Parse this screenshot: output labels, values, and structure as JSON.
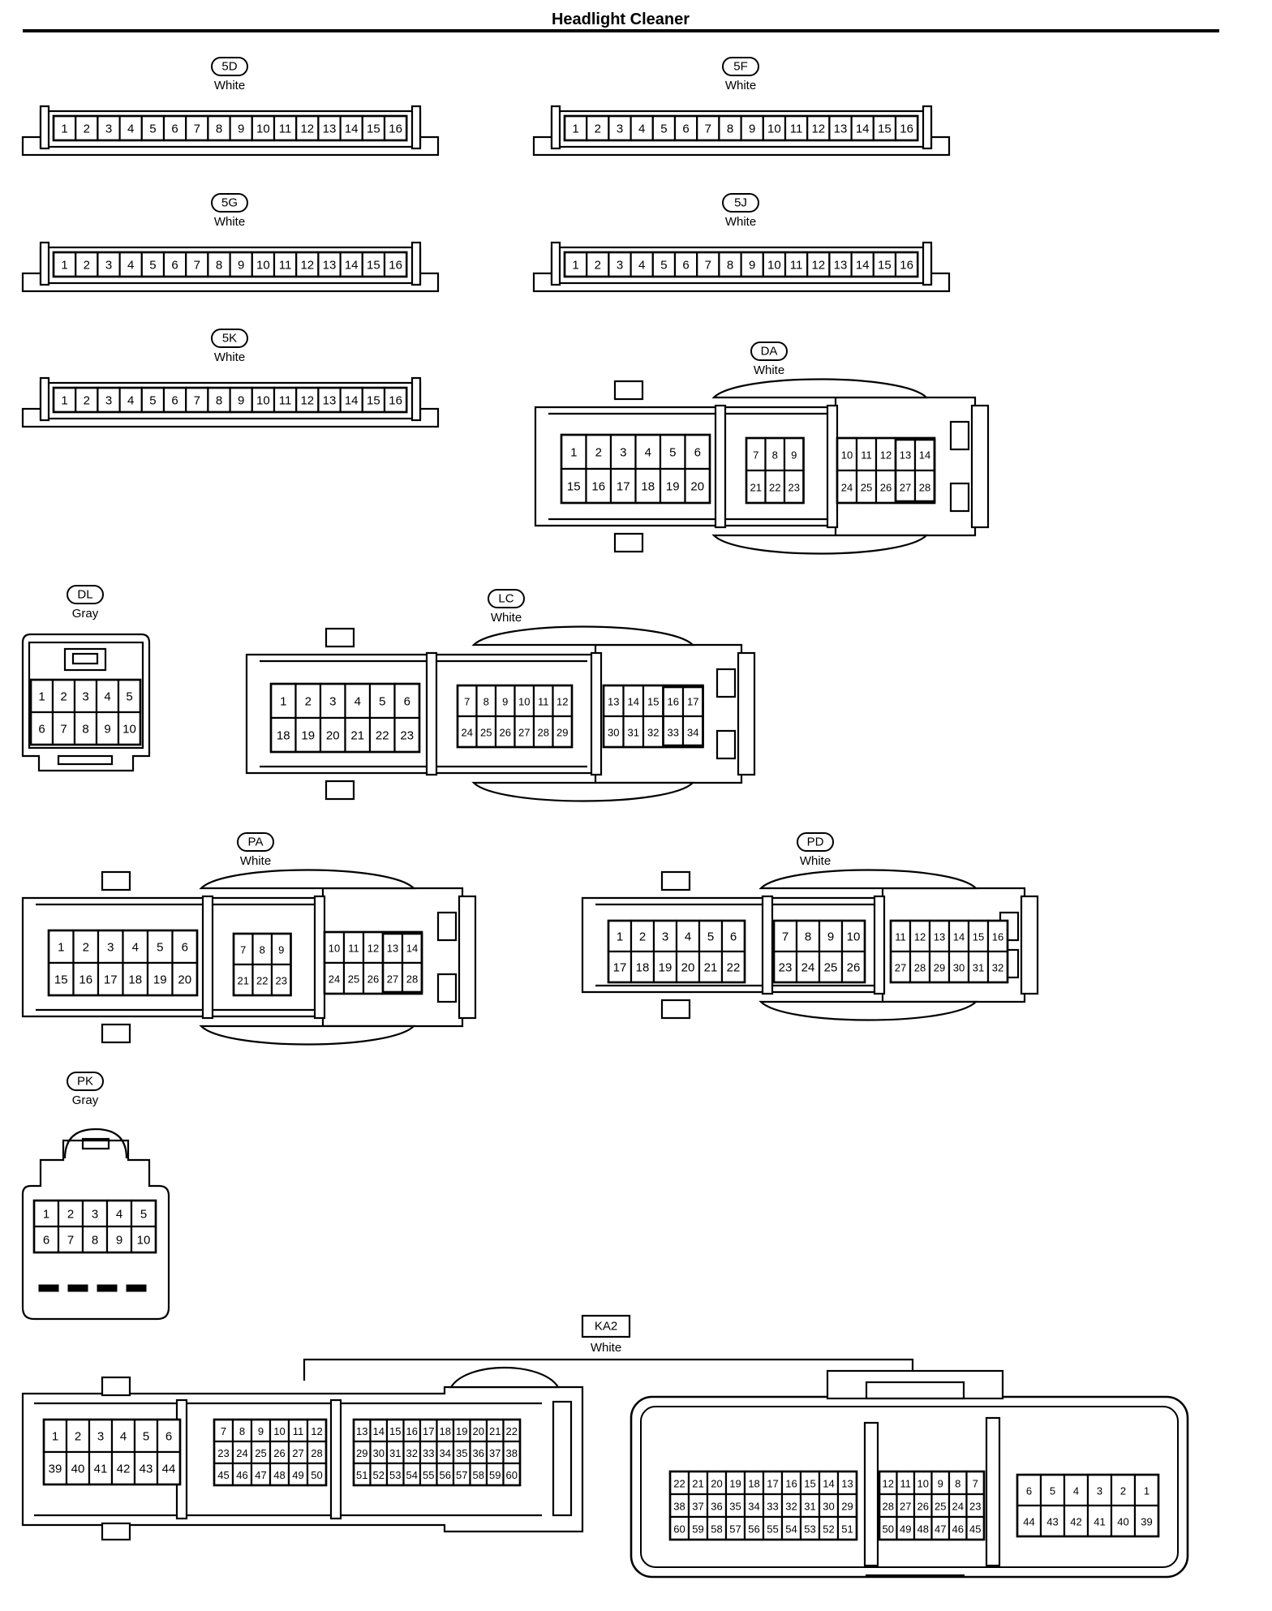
{
  "title": "Headlight Cleaner",
  "colors": {
    "line": "#000000",
    "background": "#ffffff"
  },
  "connectors": [
    {
      "id": "5D",
      "color": "White",
      "kind": "strip16",
      "pins": [
        "1",
        "2",
        "3",
        "4",
        "5",
        "6",
        "7",
        "8",
        "9",
        "10",
        "11",
        "12",
        "13",
        "14",
        "15",
        "16"
      ]
    },
    {
      "id": "5F",
      "color": "White",
      "kind": "strip16",
      "pins": [
        "1",
        "2",
        "3",
        "4",
        "5",
        "6",
        "7",
        "8",
        "9",
        "10",
        "11",
        "12",
        "13",
        "14",
        "15",
        "16"
      ]
    },
    {
      "id": "5G",
      "color": "White",
      "kind": "strip16",
      "pins": [
        "1",
        "2",
        "3",
        "4",
        "5",
        "6",
        "7",
        "8",
        "9",
        "10",
        "11",
        "12",
        "13",
        "14",
        "15",
        "16"
      ]
    },
    {
      "id": "5J",
      "color": "White",
      "kind": "strip16",
      "pins": [
        "1",
        "2",
        "3",
        "4",
        "5",
        "6",
        "7",
        "8",
        "9",
        "10",
        "11",
        "12",
        "13",
        "14",
        "15",
        "16"
      ]
    },
    {
      "id": "5K",
      "color": "White",
      "kind": "strip16",
      "pins": [
        "1",
        "2",
        "3",
        "4",
        "5",
        "6",
        "7",
        "8",
        "9",
        "10",
        "11",
        "12",
        "13",
        "14",
        "15",
        "16"
      ]
    },
    {
      "id": "DA",
      "color": "White",
      "kind": "modular",
      "blocks": [
        {
          "rows": [
            [
              "1",
              "2",
              "3",
              "4",
              "5",
              "6"
            ],
            [
              "15",
              "16",
              "17",
              "18",
              "19",
              "20"
            ]
          ]
        },
        {
          "rows": [
            [
              "7",
              "8",
              "9"
            ],
            [
              "21",
              "22",
              "23"
            ]
          ]
        },
        {
          "rows": [
            [
              "10",
              "11",
              "12",
              "13",
              "14"
            ],
            [
              "24",
              "25",
              "26",
              "27",
              "28"
            ]
          ]
        }
      ]
    },
    {
      "id": "DL",
      "color": "Gray",
      "kind": "small10",
      "rows": [
        [
          "1",
          "2",
          "3",
          "4",
          "5"
        ],
        [
          "6",
          "7",
          "8",
          "9",
          "10"
        ]
      ]
    },
    {
      "id": "LC",
      "color": "White",
      "kind": "modular",
      "blocks": [
        {
          "rows": [
            [
              "1",
              "2",
              "3",
              "4",
              "5",
              "6"
            ],
            [
              "18",
              "19",
              "20",
              "21",
              "22",
              "23"
            ]
          ]
        },
        {
          "rows": [
            [
              "7",
              "8",
              "9",
              "10",
              "11",
              "12"
            ],
            [
              "24",
              "25",
              "26",
              "27",
              "28",
              "29"
            ]
          ]
        },
        {
          "rows": [
            [
              "13",
              "14",
              "15",
              "16",
              "17"
            ],
            [
              "30",
              "31",
              "32",
              "33",
              "34"
            ]
          ]
        }
      ]
    },
    {
      "id": "PA",
      "color": "White",
      "kind": "modular",
      "blocks": [
        {
          "rows": [
            [
              "1",
              "2",
              "3",
              "4",
              "5",
              "6"
            ],
            [
              "15",
              "16",
              "17",
              "18",
              "19",
              "20"
            ]
          ]
        },
        {
          "rows": [
            [
              "7",
              "8",
              "9"
            ],
            [
              "21",
              "22",
              "23"
            ]
          ]
        },
        {
          "rows": [
            [
              "10",
              "11",
              "12",
              "13",
              "14"
            ],
            [
              "24",
              "25",
              "26",
              "27",
              "28"
            ]
          ]
        }
      ]
    },
    {
      "id": "PD",
      "color": "White",
      "kind": "modular",
      "blocks": [
        {
          "rows": [
            [
              "1",
              "2",
              "3",
              "4",
              "5",
              "6"
            ],
            [
              "17",
              "18",
              "19",
              "20",
              "21",
              "22"
            ]
          ]
        },
        {
          "rows": [
            [
              "7",
              "8",
              "9",
              "10"
            ],
            [
              "23",
              "24",
              "25",
              "26"
            ]
          ]
        },
        {
          "rows": [
            [
              "11",
              "12",
              "13",
              "14",
              "15",
              "16"
            ],
            [
              "27",
              "28",
              "29",
              "30",
              "31",
              "32"
            ]
          ]
        }
      ]
    },
    {
      "id": "PK",
      "color": "Gray",
      "kind": "small10",
      "rows": [
        [
          "1",
          "2",
          "3",
          "4",
          "5"
        ],
        [
          "6",
          "7",
          "8",
          "9",
          "10"
        ]
      ]
    },
    {
      "id": "KA2",
      "color": "White",
      "kind": "double",
      "left": [
        {
          "rows": [
            [
              "1",
              "2",
              "3",
              "4",
              "5",
              "6"
            ],
            [
              "39",
              "40",
              "41",
              "42",
              "43",
              "44"
            ]
          ]
        },
        {
          "rows": [
            [
              "7",
              "8",
              "9",
              "10",
              "11",
              "12"
            ],
            [
              "23",
              "24",
              "25",
              "26",
              "27",
              "28"
            ],
            [
              "45",
              "46",
              "47",
              "48",
              "49",
              "50"
            ]
          ]
        },
        {
          "rows": [
            [
              "13",
              "14",
              "15",
              "16",
              "17",
              "18",
              "19",
              "20",
              "21",
              "22"
            ],
            [
              "29",
              "30",
              "31",
              "32",
              "33",
              "34",
              "35",
              "36",
              "37",
              "38"
            ],
            [
              "51",
              "52",
              "53",
              "54",
              "55",
              "56",
              "57",
              "58",
              "59",
              "60"
            ]
          ]
        }
      ],
      "right": [
        {
          "rows": [
            [
              "22",
              "21",
              "20",
              "19",
              "18",
              "17",
              "16",
              "15",
              "14",
              "13"
            ],
            [
              "38",
              "37",
              "36",
              "35",
              "34",
              "33",
              "32",
              "31",
              "30",
              "29"
            ],
            [
              "60",
              "59",
              "58",
              "57",
              "56",
              "55",
              "54",
              "53",
              "52",
              "51"
            ]
          ]
        },
        {
          "rows": [
            [
              "12",
              "11",
              "10",
              "9",
              "8",
              "7"
            ],
            [
              "28",
              "27",
              "26",
              "25",
              "24",
              "23"
            ],
            [
              "50",
              "49",
              "48",
              "47",
              "46",
              "45"
            ]
          ]
        },
        {
          "rows": [
            [
              "6",
              "5",
              "4",
              "3",
              "2",
              "1"
            ],
            [
              "44",
              "43",
              "42",
              "41",
              "40",
              "39"
            ]
          ]
        }
      ]
    }
  ]
}
